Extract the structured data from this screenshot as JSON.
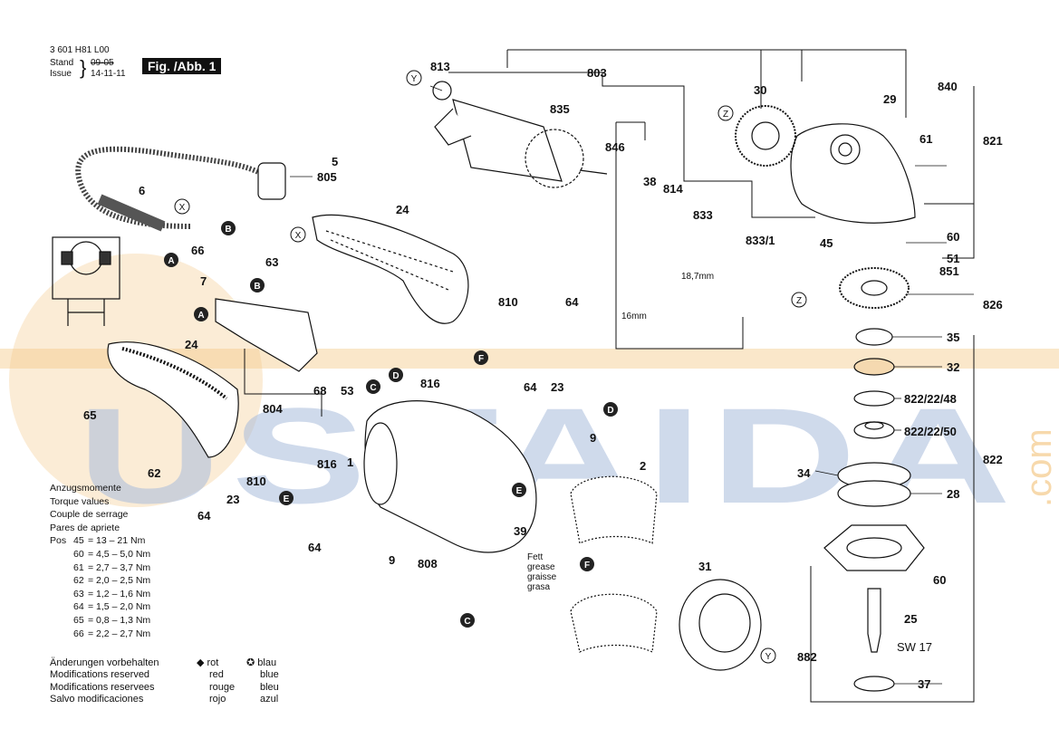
{
  "header": {
    "part_no": "3 601 H81 L00",
    "stand_label": "Stand",
    "issue_label": "Issue",
    "stand_date": "09-05",
    "issue_date": "14-11-11",
    "fig_label": "Fig. /Abb. 1"
  },
  "watermark": {
    "text": "USTAIDA",
    "suffix": ".com"
  },
  "torque": {
    "lines": [
      "Anzugsmomente",
      "Torque values",
      "Couple de serrage",
      "Pares de apriete"
    ],
    "pos_label": "Pos",
    "rows": [
      {
        "pos": "45",
        "val": "= 13 – 21 Nm"
      },
      {
        "pos": "60",
        "val": "= 4,5 – 5,0 Nm"
      },
      {
        "pos": "61",
        "val": "= 2,7 – 3,7 Nm"
      },
      {
        "pos": "62",
        "val": "= 2,0 – 2,5 Nm"
      },
      {
        "pos": "63",
        "val": "= 1,2 – 1,6 Nm"
      },
      {
        "pos": "64",
        "val": "= 1,5 – 2,0 Nm"
      },
      {
        "pos": "65",
        "val": "= 0,8 – 1,3 Nm"
      },
      {
        "pos": "66",
        "val": "= 2,2 – 2,7 Nm"
      }
    ]
  },
  "notes": [
    "Änderungen vorbehalten",
    "Modifications reserved",
    "Modifications reservees",
    "Salvo modificaciones"
  ],
  "legend_red": [
    "rot",
    "red",
    "rouge",
    "rojo"
  ],
  "legend_blue": [
    "blau",
    "blue",
    "bleu",
    "azul"
  ],
  "grease": [
    "Fett",
    "grease",
    "graisse",
    "grasa"
  ],
  "dims": {
    "d1": "18,7mm",
    "d2": "16mm"
  },
  "labels": {
    "p813": "813",
    "p803": "803",
    "p840": "840",
    "p835": "835",
    "p30": "30",
    "p29": "29",
    "p821": "821",
    "p846": "846",
    "p38": "38",
    "p814": "814",
    "p61": "61",
    "p833": "833",
    "p8331": "833/1",
    "p45": "45",
    "p60a": "60",
    "p51": "51",
    "p851": "851",
    "p826": "826",
    "p35": "35",
    "p32": "32",
    "p8224": "822/22/48",
    "p8225": "822/22/50",
    "p822": "822",
    "p34": "34",
    "p28": "28",
    "p60b": "60",
    "p25": "25",
    "sw17": "SW 17",
    "p882": "882",
    "p37": "37",
    "p31": "31",
    "p5": "5",
    "p805": "805",
    "p6": "6",
    "p24a": "24",
    "p66": "66",
    "p63": "63",
    "p7": "7",
    "p24b": "24",
    "p65": "65",
    "p804": "804",
    "p68": "68",
    "p53": "53",
    "p810a": "810",
    "p64a": "64",
    "p816a": "816",
    "p64b": "64",
    "p23a": "23",
    "p62": "62",
    "p1": "1",
    "p9a": "9",
    "p2": "2",
    "p816b": "816",
    "p810b": "810",
    "p23b": "23",
    "p64c": "64",
    "p64d": "64",
    "p39": "39",
    "p9b": "9",
    "p808": "808"
  },
  "markers": {
    "X": "X",
    "Y": "Y",
    "Z": "Z",
    "A": "A",
    "B": "B",
    "C": "C",
    "D": "D",
    "E": "E",
    "F": "F"
  },
  "colors": {
    "watermark": "#a9bcdc",
    "watermark_orange": "#f4c98a",
    "ink": "#111111"
  }
}
